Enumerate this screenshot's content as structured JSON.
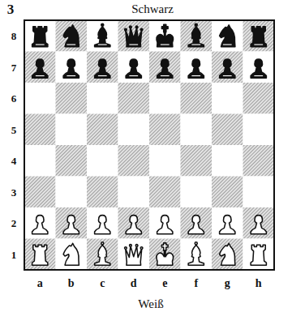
{
  "diagram": {
    "labels": [
      "3",
      "Schwarz",
      "8",
      "7",
      "6",
      "5",
      "4",
      "3",
      "2",
      "1",
      "a",
      "b",
      "c",
      "d",
      "e",
      "f",
      "g",
      "h",
      "Weiß"
    ]
  }
}
